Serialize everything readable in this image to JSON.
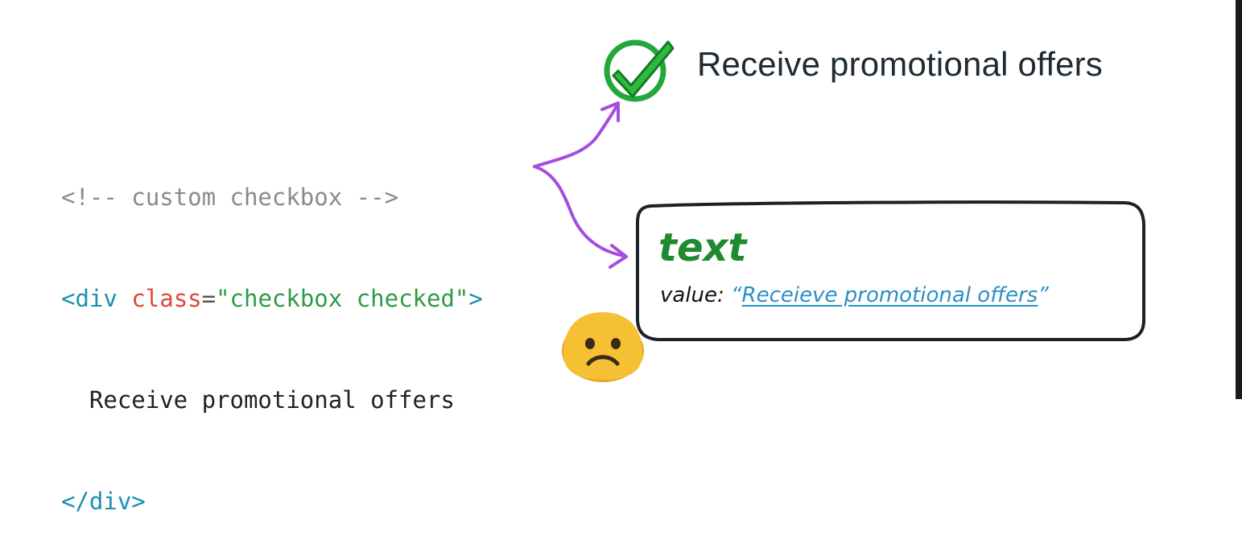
{
  "code": {
    "comment": "<!-- custom checkbox -->",
    "open_tag_start": "<div",
    "attr_name": "class",
    "equals": "=",
    "attr_value": "\"checkbox checked\"",
    "open_tag_end": ">",
    "inner_text": "  Receive promotional offers",
    "close_tag": "</div>"
  },
  "rendered_checkbox": {
    "label": "Receive promotional offers",
    "state": "checked",
    "icon": "green-check-circle-icon"
  },
  "accessibility_card": {
    "title": "text",
    "value_key": "value:",
    "open_quote": "“",
    "value_text": "Receieve promotional offers",
    "close_quote": "”"
  },
  "emoji": "frowning-face-icon",
  "colors": {
    "arrow": "#a44de0",
    "check_green": "#22a83a",
    "title_green": "#1f8a2e",
    "link_blue": "#2a8fc7",
    "emoji_yellow": "#f5c033"
  }
}
